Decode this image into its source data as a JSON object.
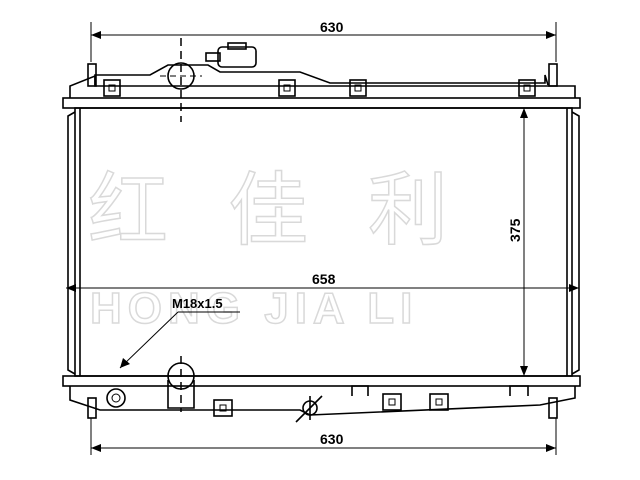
{
  "watermark": {
    "chinese": "红佳利",
    "english": "HONG JIA LI"
  },
  "dimensions": {
    "top_width": "630",
    "core_width": "658",
    "core_height": "375",
    "bottom_width": "630"
  },
  "annotations": {
    "thread": "M18x1.5"
  }
}
